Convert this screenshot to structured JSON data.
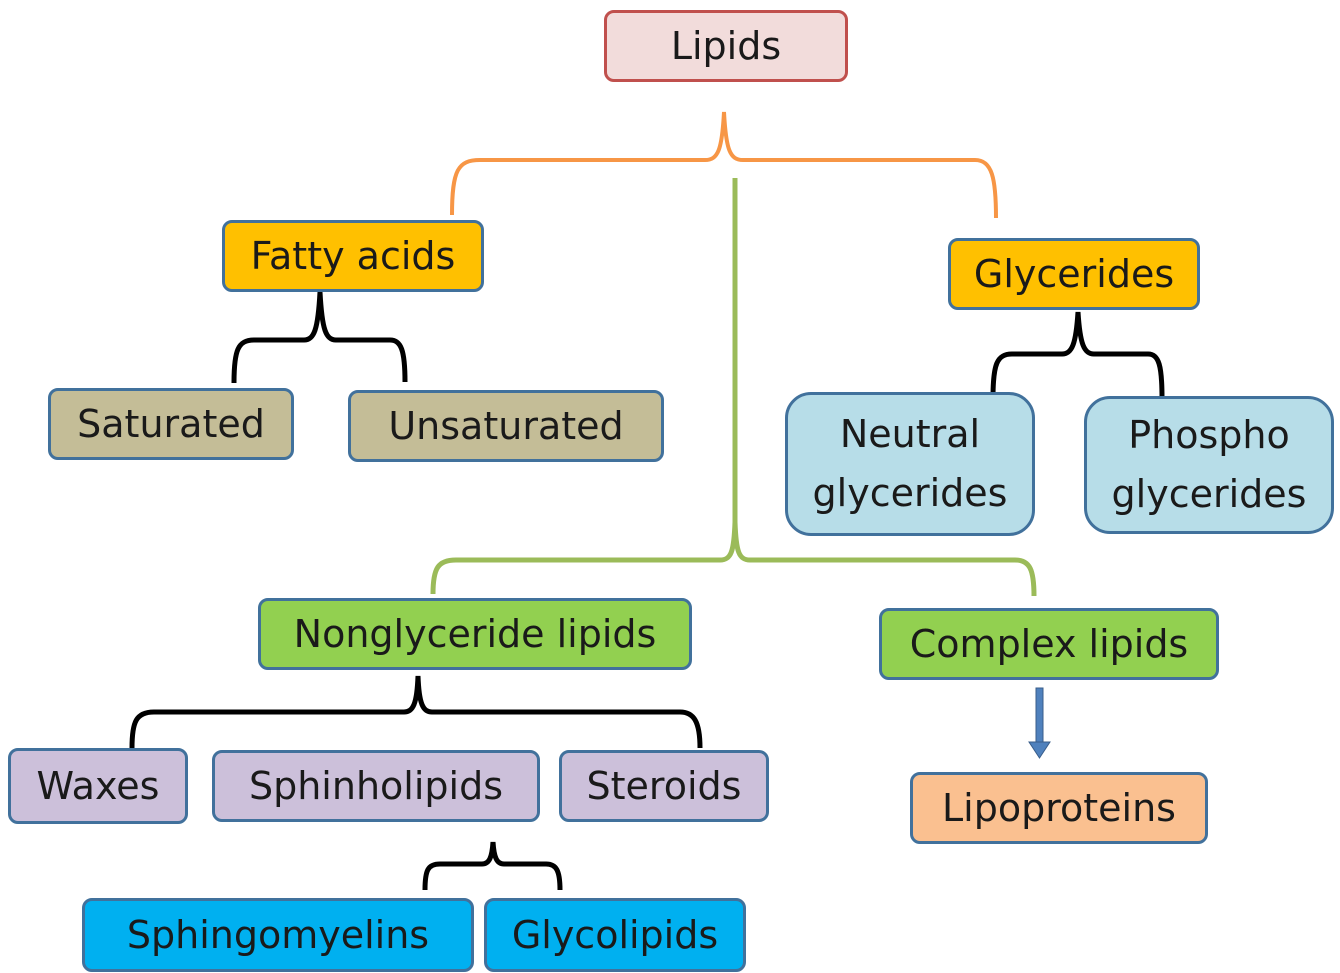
{
  "nodes": {
    "lipids": "Lipids",
    "fatty_acids": "Fatty acids",
    "glycerides": "Glycerides",
    "saturated": "Saturated",
    "unsaturated": "Unsaturated",
    "neutral_glycerides": "Neutral\nglycerides",
    "phospho_glycerides": "Phospho\nglycerides",
    "nonglyceride_lipids": "Nonglyceride lipids",
    "complex_lipids": "Complex lipids",
    "waxes": "Waxes",
    "sphinholipids": "Sphinholipids",
    "steroids": "Steroids",
    "lipoproteins": "Lipoproteins",
    "sphingomyelins": "Sphingomyelins",
    "glycolipids": "Glycolipids"
  },
  "colors": {
    "root_fill": "#f2dcdb",
    "root_border": "#c0504d",
    "level1_fill": "#ffc000",
    "fatty_acid_children_fill": "#c4bd97",
    "glyceride_children_fill": "#b7dde8",
    "green_fill": "#92d050",
    "nonglyceride_children_fill": "#ccc0da",
    "sphinholipid_children_fill": "#00b0f0",
    "lipoproteins_fill": "#fac090",
    "box_border": "#41719c",
    "orange_brace": "#f79646",
    "green_brace": "#9bbb59",
    "black_brace": "#000000",
    "arrow": "#4f81bd"
  }
}
